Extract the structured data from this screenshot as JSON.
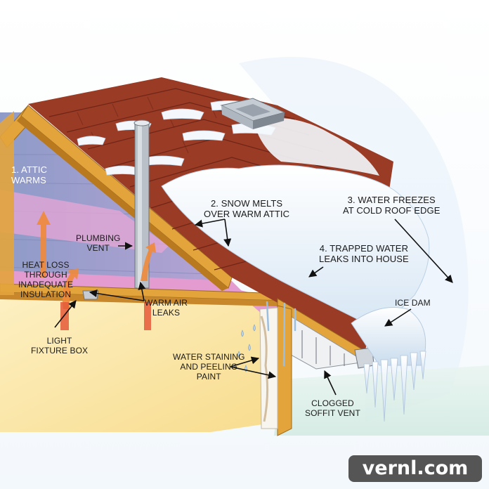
{
  "labels": {
    "attic_warms": [
      "1. ATTIC",
      "WARMS"
    ],
    "snow_melts": [
      "2. SNOW MELTS",
      "OVER WARM ATTIC"
    ],
    "water_freezes": [
      "3. WATER FREEZES",
      "AT COLD ROOF EDGE"
    ],
    "trapped_water": [
      "4. TRAPPED WATER",
      "LEAKS INTO HOUSE"
    ],
    "plumbing_vent": [
      "PLUMBING",
      "VENT"
    ],
    "heat_loss": [
      "HEAT LOSS",
      "THROUGH",
      "INADEQUATE",
      "INSULATION"
    ],
    "warm_air_leaks": [
      "WARM AIR",
      "LEAKS"
    ],
    "light_fixture_box": [
      "LIGHT",
      "FIXTURE BOX"
    ],
    "ice_dam": [
      "ICE DAM"
    ],
    "water_staining": [
      "WATER STAINING",
      "AND PEELING",
      "PAINT"
    ],
    "clogged_soffit_vent": [
      "CLOGGED",
      "SOFFIT VENT"
    ]
  },
  "watermark": "vernl.com",
  "colors": {
    "shingle": "#9a3b26",
    "wood": "#e3a43c",
    "insulation": "#d98fc6",
    "snow": "#eef4fb",
    "heat_arrow": "#f08a3a",
    "interior": "#fbe7a8"
  }
}
